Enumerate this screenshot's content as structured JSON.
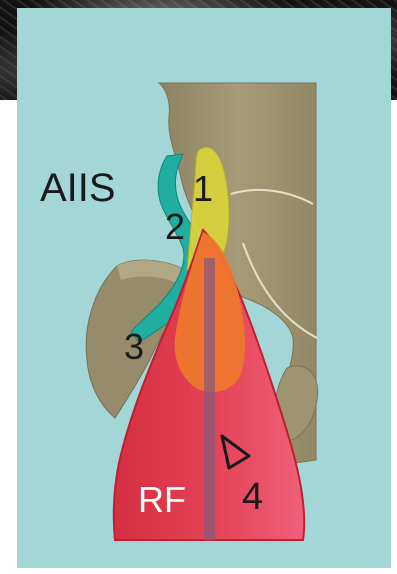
{
  "labels": {
    "aiis": "AIIS",
    "one": "1",
    "two": "2",
    "three": "3",
    "four": "4",
    "rf": "RF"
  },
  "colors": {
    "background": "#a3d6d6",
    "bone": "#9c906f",
    "tendon_teal": "#1faea0",
    "tendon_yellow": "#d9d33a",
    "muscle_red": "#e0394a",
    "overlap_orange": "#ee7a2b",
    "ultrasound_dark": "#141414"
  }
}
